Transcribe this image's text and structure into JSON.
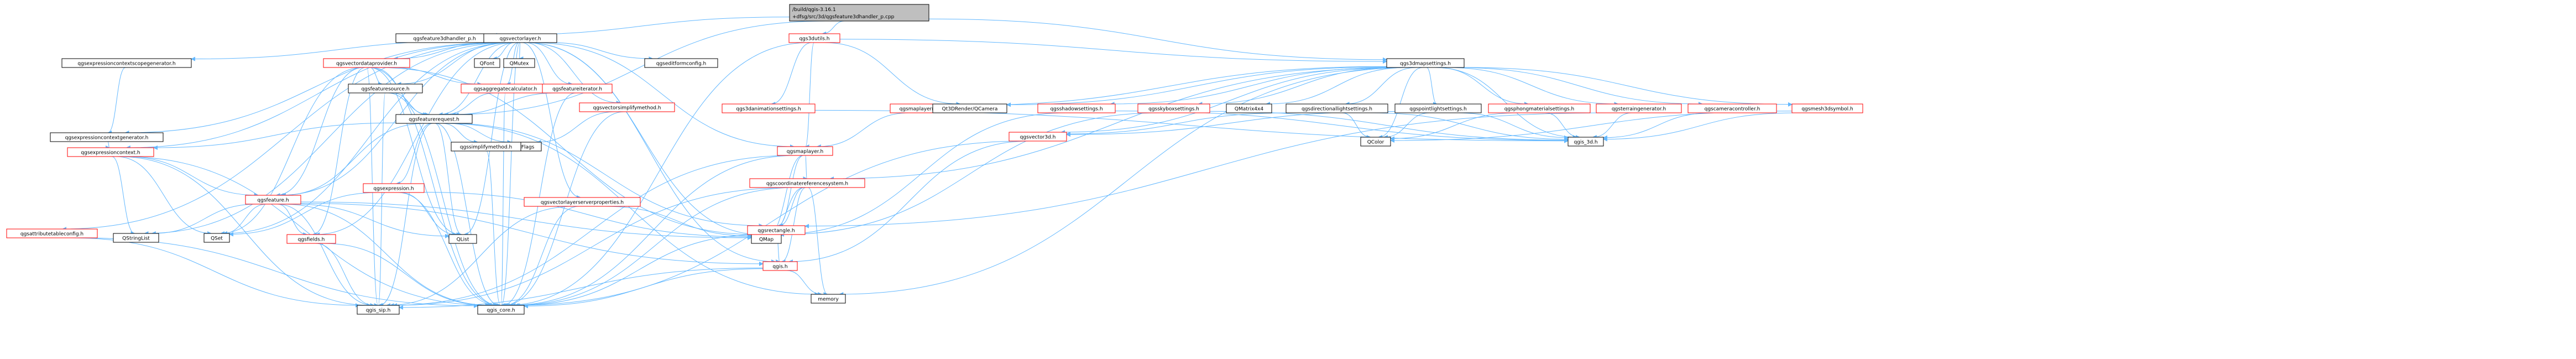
{
  "colors": {
    "edge": "#63b8ff",
    "arrow": "#63b8ff",
    "root_fill": "#bfbfbf",
    "node_fill": "#ffffff",
    "node_stroke_normal": "#000000",
    "node_stroke_incomplete": "#ff0000",
    "text": "#000000"
  },
  "root": {
    "line1": "/build/qgis-3.16.1",
    "line2": "+dfsg/src/3d/qgsfeature3dhandler_p.cpp"
  },
  "nodes": [
    {
      "id": "n_handler",
      "label": "qgsfeature3dhandler_p.h",
      "kind": "normal"
    },
    {
      "id": "n_vectorlayer",
      "label": "qgsvectorlayer.h",
      "kind": "normal"
    },
    {
      "id": "n_3dutils",
      "label": "qgs3dutils.h",
      "kind": "incomplete"
    },
    {
      "id": "n_mapsettings",
      "label": "qgs3dmapsettings.h",
      "kind": "normal"
    },
    {
      "id": "n_ctxscopegen",
      "label": "qgsexpressioncontextscopegenerator.h",
      "kind": "normal"
    },
    {
      "id": "n_vdp",
      "label": "qgsvectordataprovider.h",
      "kind": "incomplete"
    },
    {
      "id": "n_qfont",
      "label": "QFont",
      "kind": "normal"
    },
    {
      "id": "n_qmutex",
      "label": "QMutex",
      "kind": "normal"
    },
    {
      "id": "n_editform",
      "label": "qgseditformconfig.h",
      "kind": "normal"
    },
    {
      "id": "n_ctxgen",
      "label": "qgsexpressioncontextgenerator.h",
      "kind": "normal"
    },
    {
      "id": "n_featsource",
      "label": "qgsfeaturesource.h",
      "kind": "normal"
    },
    {
      "id": "n_aggcalc",
      "label": "qgsaggregatecalculator.h",
      "kind": "incomplete"
    },
    {
      "id": "n_featiter",
      "label": "qgsfeatureiterator.h",
      "kind": "incomplete"
    },
    {
      "id": "n_vsimplify",
      "label": "qgsvectorsimplifymethod.h",
      "kind": "incomplete"
    },
    {
      "id": "n_featreq",
      "label": "qgsfeaturerequest.h",
      "kind": "normal"
    },
    {
      "id": "n_qflags",
      "label": "QFlags",
      "kind": "normal"
    },
    {
      "id": "n_simplify",
      "label": "qgssimplifymethod.h",
      "kind": "normal"
    },
    {
      "id": "n_exprctx",
      "label": "qgsexpressioncontext.h",
      "kind": "incomplete"
    },
    {
      "id": "n_expression",
      "label": "qgsexpression.h",
      "kind": "incomplete"
    },
    {
      "id": "n_feature",
      "label": "qgsfeature.h",
      "kind": "incomplete"
    },
    {
      "id": "n_vlserverprops",
      "label": "qgsvectorlayerserverproperties.h",
      "kind": "incomplete"
    },
    {
      "id": "n_attrtable",
      "label": "qgsattributetableconfig.h",
      "kind": "incomplete"
    },
    {
      "id": "n_qstringlist",
      "label": "QStringList",
      "kind": "normal"
    },
    {
      "id": "n_qset",
      "label": "QSet",
      "kind": "normal"
    },
    {
      "id": "n_fields",
      "label": "qgsfields.h",
      "kind": "incomplete"
    },
    {
      "id": "n_qlist",
      "label": "QList",
      "kind": "normal"
    },
    {
      "id": "n_qmap",
      "label": "QMap",
      "kind": "normal"
    },
    {
      "id": "n_sip",
      "label": "qgis_sip.h",
      "kind": "normal"
    },
    {
      "id": "n_core",
      "label": "qgis_core.h",
      "kind": "normal"
    },
    {
      "id": "n_memory",
      "label": "memory",
      "kind": "normal"
    },
    {
      "id": "n_qgis",
      "label": "qgis.h",
      "kind": "incomplete"
    },
    {
      "id": "n_rectangle",
      "label": "qgsrectangle.h",
      "kind": "incomplete"
    },
    {
      "id": "n_crs",
      "label": "qgscoordinatereferencesystem.h",
      "kind": "incomplete"
    },
    {
      "id": "n_maplayer",
      "label": "qgsmaplayer.h",
      "kind": "incomplete"
    },
    {
      "id": "n_3danim",
      "label": "qgs3danimationsettings.h",
      "kind": "incomplete"
    },
    {
      "id": "n_maplayerref",
      "label": "qgsmaplayerref.h",
      "kind": "incomplete"
    },
    {
      "id": "n_qt3dcam",
      "label": "Qt3DRender/QCamera",
      "kind": "normal"
    },
    {
      "id": "n_shadow",
      "label": "qgsshadowsettings.h",
      "kind": "incomplete"
    },
    {
      "id": "n_skybox",
      "label": "qgsskyboxsettings.h",
      "kind": "incomplete"
    },
    {
      "id": "n_qmatrix",
      "label": "QMatrix4x4",
      "kind": "normal"
    },
    {
      "id": "n_dirlight",
      "label": "qgsdirectionallightsettings.h",
      "kind": "normal"
    },
    {
      "id": "n_pointlight",
      "label": "qgspointlightsettings.h",
      "kind": "normal"
    },
    {
      "id": "n_phong",
      "label": "qgsphongmaterialsettings.h",
      "kind": "incomplete"
    },
    {
      "id": "n_terrain",
      "label": "qgsterraingenerator.h",
      "kind": "incomplete"
    },
    {
      "id": "n_camctrl",
      "label": "qgscameracontroller.h",
      "kind": "incomplete"
    },
    {
      "id": "n_mesh3d",
      "label": "qgsmesh3dsymbol.h",
      "kind": "incomplete"
    },
    {
      "id": "n_vector3d",
      "label": "qgsvector3d.h",
      "kind": "incomplete"
    },
    {
      "id": "n_qcolor",
      "label": "QColor",
      "kind": "normal"
    },
    {
      "id": "n_qgis3d",
      "label": "qgis_3d.h",
      "kind": "normal"
    }
  ],
  "edges": [
    [
      "root",
      "n_handler"
    ],
    [
      "root",
      "n_3dutils"
    ],
    [
      "root",
      "n_mapsettings"
    ],
    [
      "root",
      "n_featreq"
    ],
    [
      "n_handler",
      "n_vectorlayer"
    ],
    [
      "n_vectorlayer",
      "n_ctxscopegen"
    ],
    [
      "n_vectorlayer",
      "n_vdp"
    ],
    [
      "n_vectorlayer",
      "n_qfont"
    ],
    [
      "n_vectorlayer",
      "n_qmutex"
    ],
    [
      "n_vectorlayer",
      "n_editform"
    ],
    [
      "n_vectorlayer",
      "n_featsource"
    ],
    [
      "n_vectorlayer",
      "n_aggcalc"
    ],
    [
      "n_vectorlayer",
      "n_featiter"
    ],
    [
      "n_vectorlayer",
      "n_vsimplify"
    ],
    [
      "n_vectorlayer",
      "n_featreq"
    ],
    [
      "n_vectorlayer",
      "n_exprctx"
    ],
    [
      "n_vectorlayer",
      "n_feature"
    ],
    [
      "n_vectorlayer",
      "n_vlserverprops"
    ],
    [
      "n_vectorlayer",
      "n_attrtable"
    ],
    [
      "n_vectorlayer",
      "n_qset"
    ],
    [
      "n_vectorlayer",
      "n_fields"
    ],
    [
      "n_vectorlayer",
      "n_qlist"
    ],
    [
      "n_vectorlayer",
      "n_qmap"
    ],
    [
      "n_vectorlayer",
      "n_core"
    ],
    [
      "n_vectorlayer",
      "n_qgis"
    ],
    [
      "n_vectorlayer",
      "n_maplayer"
    ],
    [
      "n_vectorlayer",
      "n_ctxgen"
    ],
    [
      "n_vectorlayer",
      "n_qstringlist"
    ],
    [
      "n_3dutils",
      "n_mapsettings"
    ],
    [
      "n_3dutils",
      "n_3danim"
    ],
    [
      "n_3dutils",
      "n_qt3dcam"
    ],
    [
      "n_3dutils",
      "n_maplayer"
    ],
    [
      "n_3dutils",
      "n_core"
    ],
    [
      "n_mapsettings",
      "n_maplayerref"
    ],
    [
      "n_mapsettings",
      "n_qt3dcam"
    ],
    [
      "n_mapsettings",
      "n_shadow"
    ],
    [
      "n_mapsettings",
      "n_skybox"
    ],
    [
      "n_mapsettings",
      "n_qmatrix"
    ],
    [
      "n_mapsettings",
      "n_dirlight"
    ],
    [
      "n_mapsettings",
      "n_pointlight"
    ],
    [
      "n_mapsettings",
      "n_phong"
    ],
    [
      "n_mapsettings",
      "n_terrain"
    ],
    [
      "n_mapsettings",
      "n_camctrl"
    ],
    [
      "n_mapsettings",
      "n_mesh3d"
    ],
    [
      "n_mapsettings",
      "n_vector3d"
    ],
    [
      "n_mapsettings",
      "n_qcolor"
    ],
    [
      "n_mapsettings",
      "n_qgis3d"
    ],
    [
      "n_mapsettings",
      "n_crs"
    ],
    [
      "n_mapsettings",
      "n_memory"
    ],
    [
      "n_vdp",
      "n_featsource"
    ],
    [
      "n_vdp",
      "n_aggcalc"
    ],
    [
      "n_vdp",
      "n_featreq"
    ],
    [
      "n_vdp",
      "n_feature"
    ],
    [
      "n_vdp",
      "n_qset"
    ],
    [
      "n_vdp",
      "n_qlist"
    ],
    [
      "n_vdp",
      "n_qmap"
    ],
    [
      "n_vdp",
      "n_sip"
    ],
    [
      "n_vdp",
      "n_core"
    ],
    [
      "n_vdp",
      "n_fields"
    ],
    [
      "n_ctxgen",
      "n_exprctx"
    ],
    [
      "n_ctxscopegen",
      "n_ctxgen"
    ],
    [
      "n_featsource",
      "n_featreq"
    ],
    [
      "n_featsource",
      "n_sip"
    ],
    [
      "n_featsource",
      "n_core"
    ],
    [
      "n_aggcalc",
      "n_featreq"
    ],
    [
      "n_aggcalc",
      "n_core"
    ],
    [
      "n_featiter",
      "n_featreq"
    ],
    [
      "n_featiter",
      "n_core"
    ],
    [
      "n_vsimplify",
      "n_qflags"
    ],
    [
      "n_vsimplify",
      "n_core"
    ],
    [
      "n_featreq",
      "n_qflags"
    ],
    [
      "n_featreq",
      "n_simplify"
    ],
    [
      "n_featreq",
      "n_exprctx"
    ],
    [
      "n_featreq",
      "n_expression"
    ],
    [
      "n_featreq",
      "n_feature"
    ],
    [
      "n_featreq",
      "n_rectangle"
    ],
    [
      "n_featreq",
      "n_qlist"
    ],
    [
      "n_featreq",
      "n_sip"
    ],
    [
      "n_featreq",
      "n_core"
    ],
    [
      "n_featreq",
      "n_memory"
    ],
    [
      "n_simplify",
      "n_core"
    ],
    [
      "n_exprctx",
      "n_qset"
    ],
    [
      "n_exprctx",
      "n_qstringlist"
    ],
    [
      "n_exprctx",
      "n_feature"
    ],
    [
      "n_exprctx",
      "n_sip"
    ],
    [
      "n_exprctx",
      "n_core"
    ],
    [
      "n_expression",
      "n_qset"
    ],
    [
      "n_expression",
      "n_qlist"
    ],
    [
      "n_expression",
      "n_qmap"
    ],
    [
      "n_expression",
      "n_core"
    ],
    [
      "n_feature",
      "n_qset"
    ],
    [
      "n_feature",
      "n_fields"
    ],
    [
      "n_feature",
      "n_qlist"
    ],
    [
      "n_feature",
      "n_qmap"
    ],
    [
      "n_feature",
      "n_sip"
    ],
    [
      "n_feature",
      "n_core"
    ],
    [
      "n_feature",
      "n_qgis"
    ],
    [
      "n_feature",
      "n_qstringlist"
    ],
    [
      "n_fields",
      "n_sip"
    ],
    [
      "n_fields",
      "n_core"
    ],
    [
      "n_vlserverprops",
      "n_qmap"
    ],
    [
      "n_vlserverprops",
      "n_sip"
    ],
    [
      "n_vlserverprops",
      "n_core"
    ],
    [
      "n_attrtable",
      "n_sip"
    ],
    [
      "n_attrtable",
      "n_core"
    ],
    [
      "n_qgis",
      "n_sip"
    ],
    [
      "n_qgis",
      "n_core"
    ],
    [
      "n_qgis",
      "n_memory"
    ],
    [
      "n_rectangle",
      "n_qgis"
    ],
    [
      "n_rectangle",
      "n_core"
    ],
    [
      "n_rectangle",
      "n_qmap"
    ],
    [
      "n_crs",
      "n_rectangle"
    ],
    [
      "n_crs",
      "n_qgis"
    ],
    [
      "n_crs",
      "n_qmap"
    ],
    [
      "n_crs",
      "n_core"
    ],
    [
      "n_crs",
      "n_sip"
    ],
    [
      "n_crs",
      "n_memory"
    ],
    [
      "n_maplayer",
      "n_crs"
    ],
    [
      "n_maplayer",
      "n_rectangle"
    ],
    [
      "n_maplayer",
      "n_qmap"
    ],
    [
      "n_maplayer",
      "n_core"
    ],
    [
      "n_maplayer",
      "n_sip"
    ],
    [
      "n_maplayerref",
      "n_maplayer"
    ],
    [
      "n_3danim",
      "n_qgis3d"
    ],
    [
      "n_shadow",
      "n_qgis3d"
    ],
    [
      "n_shadow",
      "n_qmap"
    ],
    [
      "n_skybox",
      "n_qgis3d"
    ],
    [
      "n_skybox",
      "n_qmap"
    ],
    [
      "n_dirlight",
      "n_qcolor"
    ],
    [
      "n_dirlight",
      "n_qgis3d"
    ],
    [
      "n_dirlight",
      "n_vector3d"
    ],
    [
      "n_pointlight",
      "n_qcolor"
    ],
    [
      "n_pointlight",
      "n_qgis3d"
    ],
    [
      "n_pointlight",
      "n_vector3d"
    ],
    [
      "n_phong",
      "n_qcolor"
    ],
    [
      "n_phong",
      "n_qgis3d"
    ],
    [
      "n_terrain",
      "n_qgis3d"
    ],
    [
      "n_terrain",
      "n_rectangle"
    ],
    [
      "n_camctrl",
      "n_qgis3d"
    ],
    [
      "n_mesh3d",
      "n_qgis3d"
    ],
    [
      "n_mesh3d",
      "n_qcolor"
    ],
    [
      "n_vector3d",
      "n_qgis"
    ],
    [
      "n_vector3d",
      "n_core"
    ]
  ]
}
